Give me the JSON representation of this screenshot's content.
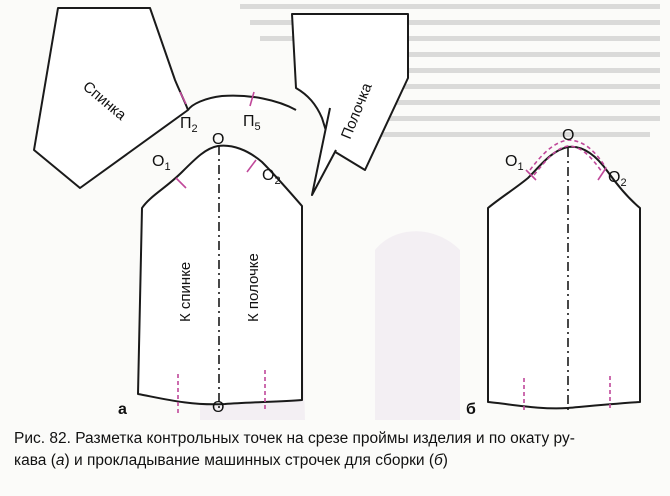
{
  "figure": {
    "labels": {
      "spinka": "Спинка",
      "polochka": "Полочка",
      "p2_letter": "П",
      "p2_index": "2",
      "p5_letter": "П",
      "p5_index": "5",
      "o1_letter": "О",
      "o1_index": "1",
      "o2_letter": "О",
      "o2_index": "2",
      "o_top_a": "О",
      "o_bottom_a": "О",
      "k_spinke": "К спинке",
      "k_polochke": "К полочке",
      "sub_a": "а",
      "o_top_b": "О",
      "o1_b_letter": "О",
      "o1_b_index": "1",
      "o2_b_letter": "О",
      "o2_b_index": "2",
      "sub_b": "б"
    },
    "colors": {
      "outline": "#1a1a1a",
      "control_mark": "#c0489a",
      "background": "#fbfbf9"
    }
  },
  "caption": {
    "lead": "Рис. 82. Разметка контрольных точек на срезе проймы изделия и по окату ру-",
    "line2_start": "кава (",
    "a": "а",
    "line2_mid": ") и прокладывание машинных строчек для сборки (",
    "b": "б",
    "line2_end": ")"
  }
}
